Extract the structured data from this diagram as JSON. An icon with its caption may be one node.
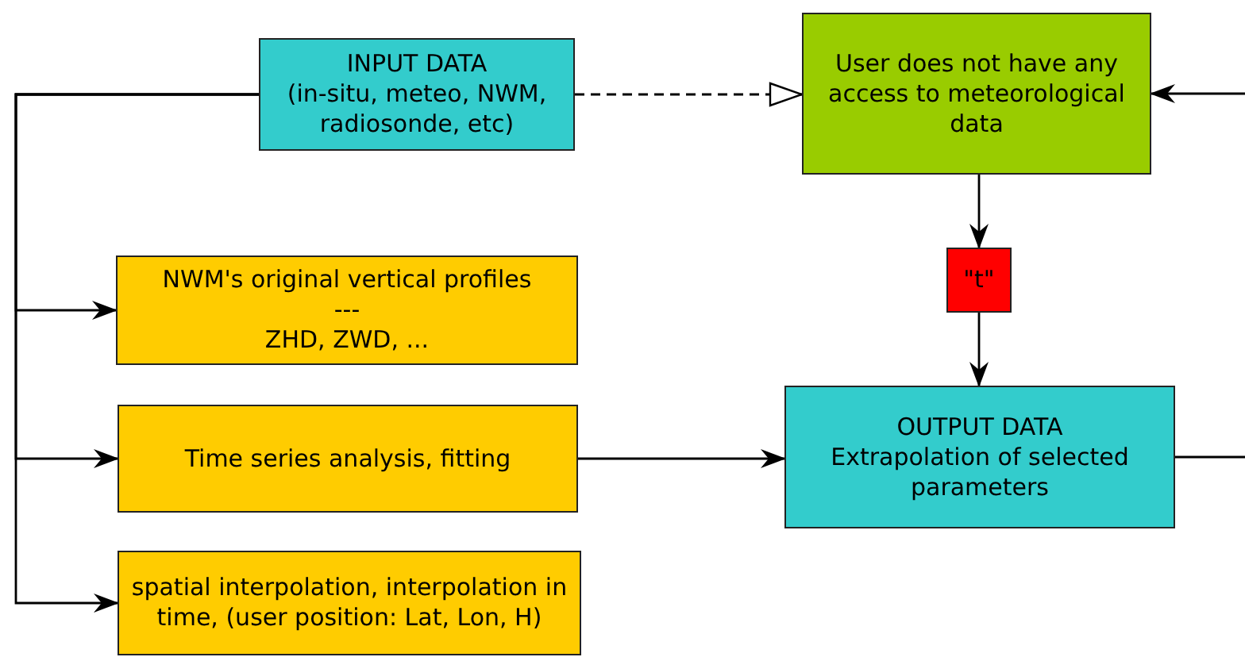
{
  "diagram": {
    "nodes": [
      {
        "text": [
          "INPUT DATA",
          "(in-situ, meteo, NWM, radiosonde, etc)"
        ]
      },
      {
        "text": [
          "User does not have any access to meteorological data"
        ]
      },
      {
        "text": [
          "NWM's original vertical profiles",
          "---",
          "ZHD, ZWD, ..."
        ]
      },
      {
        "text": [
          "\"t\""
        ]
      },
      {
        "text": [
          "Time series analysis, fitting"
        ]
      },
      {
        "text": [
          "OUTPUT DATA",
          "Extrapolation of selected parameters"
        ]
      },
      {
        "text": [
          "spatial interpolation, interpolation in time, (user position: Lat, Lon, H)"
        ]
      }
    ],
    "edges": [
      {
        "from": 0,
        "to": 1,
        "arrow": "to",
        "style": "dashed"
      },
      {
        "from": null,
        "to": 1,
        "arrow": "to"
      },
      {
        "from": 0,
        "to": 2,
        "arrow": "to"
      },
      {
        "from": 0,
        "to": 4,
        "arrow": "to"
      },
      {
        "from": 0,
        "to": 6,
        "arrow": "to"
      },
      {
        "from": 1,
        "to": 3,
        "arrow": "to"
      },
      {
        "from": 3,
        "to": 5,
        "arrow": "to"
      },
      {
        "from": 4,
        "to": 5,
        "arrow": "to"
      },
      {
        "from": 5,
        "to": null,
        "arrow": "none"
      }
    ]
  }
}
